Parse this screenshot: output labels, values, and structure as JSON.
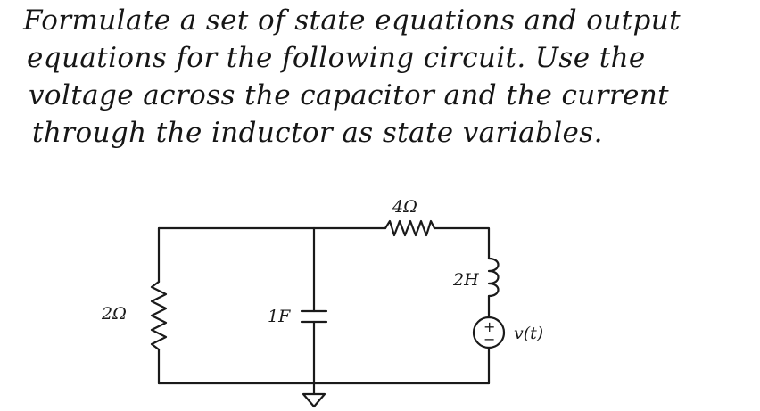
{
  "problem": {
    "lines": [
      "Formulate a set of state equations and output",
      "equations for the following circuit. Use the",
      "voltage across the capacitor and the current",
      "through the inductor as state variables."
    ]
  },
  "circuit": {
    "top_resistor_label": "4Ω",
    "left_resistor_label": "2Ω",
    "capacitor_label": "1F",
    "inductor_label": "2H",
    "source_label": "v(t)",
    "source_plus": "+",
    "source_minus": "−"
  }
}
